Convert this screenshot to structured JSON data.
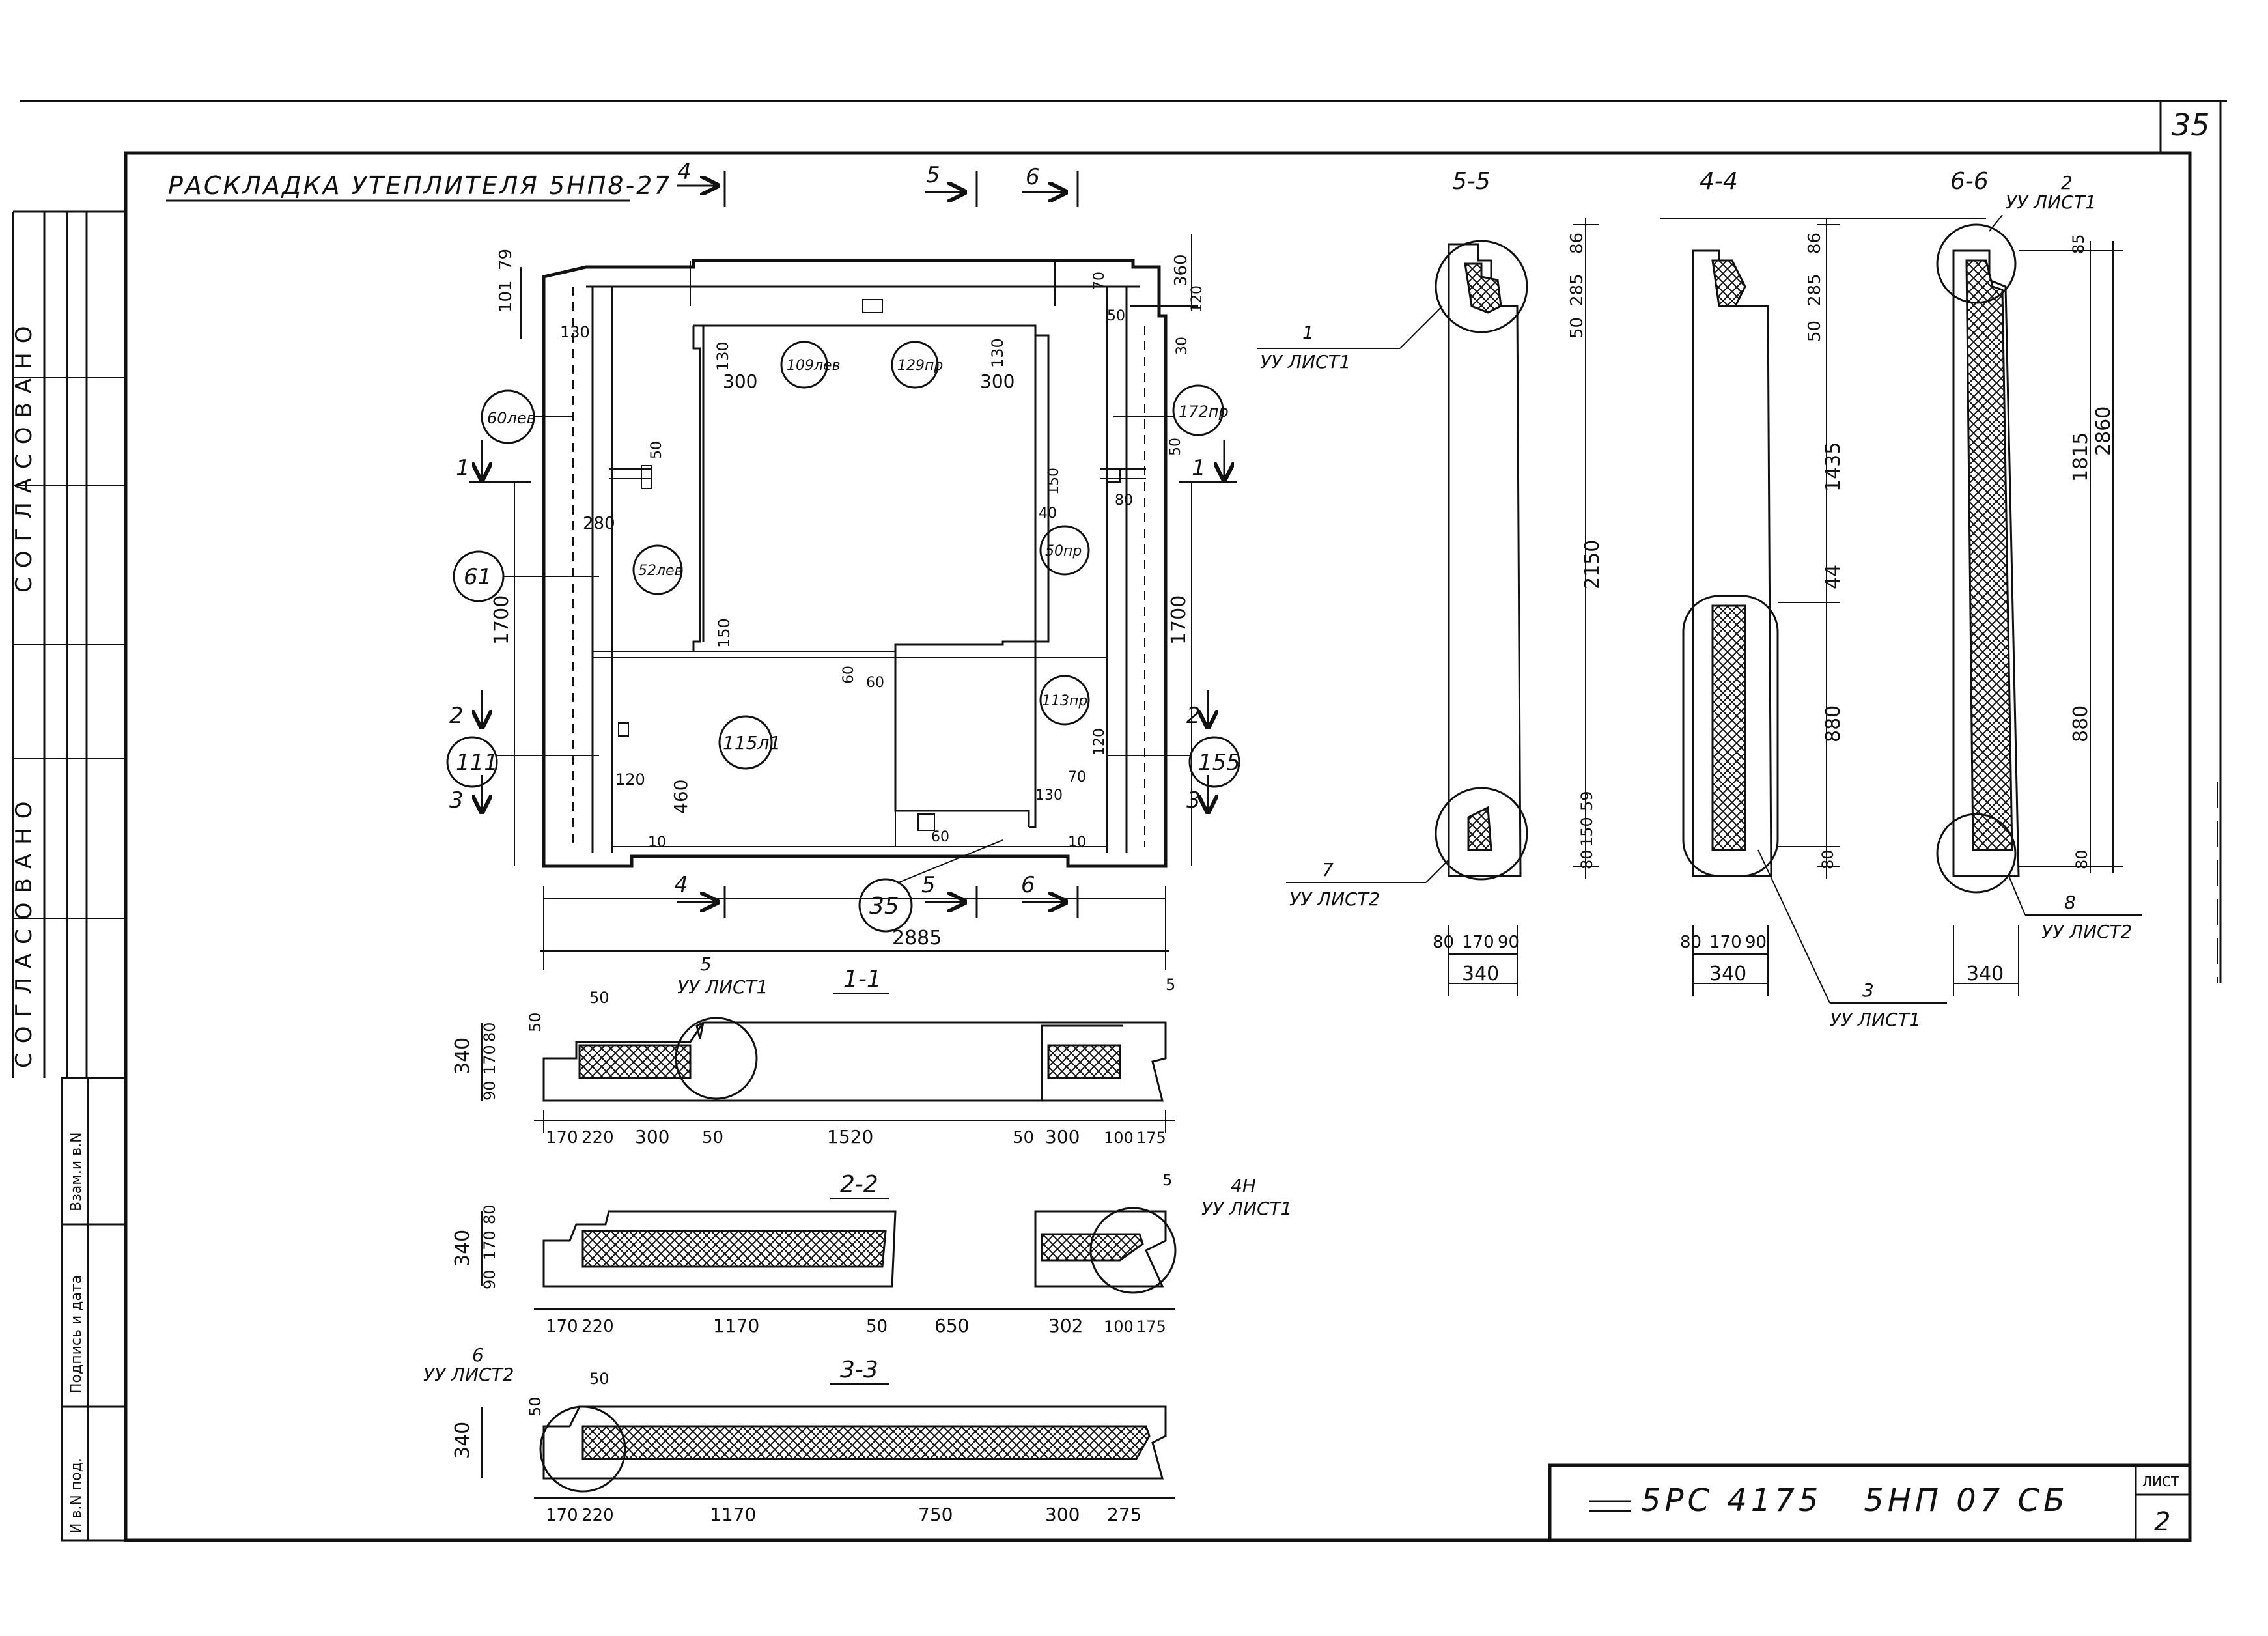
{
  "sheet": {
    "page_number": "35",
    "title": "РАСКЛАДКА УТЕПЛИТЕЛЯ 5НП8-27",
    "stamp_code": "5РС 4175   5НП 07 СБ",
    "list_label": "ЛИСТ",
    "list_number": "2"
  },
  "side_stamp": {
    "approved_1": "СОГЛАСОВАНО",
    "approved_2": "СОГЛАСОВАНО",
    "vzam_inv": "Взам.и в.N",
    "podpis_data": "Подпись и дата",
    "inv_podl": "И в.N под."
  },
  "section_labels": {
    "s11": "1-1",
    "s22": "2-2",
    "s33": "3-3",
    "s44": "4-4",
    "s55": "5-5",
    "s66": "6-6"
  },
  "cut_markers": [
    "1",
    "2",
    "3",
    "4",
    "5",
    "6"
  ],
  "balloons": {
    "b60": "60лев",
    "b109": "109лев",
    "b129": "129пр",
    "b172": "172пр",
    "b61": "61",
    "b52": "52лев",
    "b50": "50пр",
    "b113": "113пр",
    "b111": "111",
    "b115": "115л1",
    "b155": "155",
    "b35": "35"
  },
  "callouts": {
    "uu1_a": "УУ ЛИСТ1",
    "uu1_a_num": "1",
    "uu2_a": "УУ ЛИСТ2",
    "uu2_a_num": "7",
    "uu1_b": "УУ ЛИСТ1",
    "uu1_b_num": "3",
    "uu1_c": "УУ ЛИСТ1",
    "uu1_c_num": "2",
    "uu2_b": "УУ ЛИСТ2",
    "uu2_b_num": "8",
    "uu1_d": "УУ ЛИСТ1",
    "uu1_d_num": "5",
    "uu1_e": "УУ ЛИСТ1",
    "uu1_e_num": "4Н",
    "uu2_c": "УУ ЛИСТ2",
    "uu2_c_num": "6"
  },
  "plan_dims": {
    "overall_width": "2885",
    "d101": "101",
    "d79": "79",
    "d360": "360",
    "d120": "120",
    "d70": "70",
    "d130a": "130",
    "d130b": "130",
    "d130c": "130",
    "d300a": "300",
    "d300b": "300",
    "d50a": "50",
    "d30": "30",
    "d50b": "50",
    "d50c": "50",
    "d80": "80",
    "d280": "280",
    "d1700a": "1700",
    "d1700b": "1700",
    "d150a": "150",
    "d150b": "150",
    "d40": "40",
    "d60a": "60",
    "d60b": "60",
    "d120b": "120",
    "d460": "460",
    "d120c": "120",
    "d70b": "70",
    "d130d": "130",
    "d60c": "60",
    "d10a": "10",
    "d10b": "10"
  },
  "sec11_dims": [
    "170",
    "220",
    "300",
    "50",
    "1520",
    "50",
    "300",
    "100",
    "175"
  ],
  "sec11_vdims": [
    "340",
    "90",
    "170",
    "80",
    "50",
    "50",
    "5"
  ],
  "sec22_dims": [
    "170",
    "220",
    "1170",
    "50",
    "650",
    "302",
    "100",
    "175"
  ],
  "sec22_vdims": [
    "340",
    "90",
    "170",
    "80",
    "5"
  ],
  "sec33_dims": [
    "170",
    "220",
    "1170",
    "750",
    "300",
    "275"
  ],
  "sec33_vdims": [
    "340",
    "50",
    "50"
  ],
  "sec55_dims": {
    "v86": "86",
    "v285": "285",
    "v50": "50",
    "v2150": "2150",
    "v59": "59",
    "v150": "150",
    "v80": "80",
    "h80": "80",
    "h170": "170",
    "h90": "90",
    "h340": "340"
  },
  "sec44_dims": {
    "v86": "86",
    "v285": "285",
    "v50": "50",
    "v1435": "1435",
    "v44": "44",
    "v880": "880",
    "v80": "80",
    "h80": "80",
    "h170": "170",
    "h90": "90",
    "h340": "340"
  },
  "sec66_dims": {
    "v85": "85",
    "v1815": "1815",
    "v2860": "2860",
    "v880": "880",
    "v80": "80",
    "h340": "340"
  }
}
